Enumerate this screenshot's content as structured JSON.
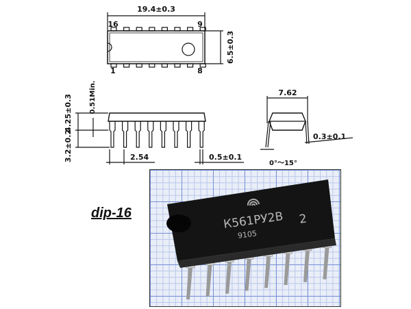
{
  "top_view": {
    "length_dim": "19.4±0.3",
    "width_dim": "6.5±0.3",
    "pin_labels": {
      "top_left": "16",
      "top_right": "9",
      "bottom_left": "1",
      "bottom_right": "8"
    }
  },
  "side_view": {
    "min_standoff": "0.51Min.",
    "body_height": "4.25±0.3",
    "lead_length": "3.2±0.2",
    "pitch": "2.54",
    "lead_width": "0.5±0.1"
  },
  "end_view": {
    "row_spacing": "7.62",
    "lead_thickness": "0.3±0.1",
    "lead_angle": "0°～15°"
  },
  "package_label": "dip-16",
  "photo": {
    "part_number": "К561РУ2В",
    "grade": "2",
    "date_code": "9105"
  }
}
